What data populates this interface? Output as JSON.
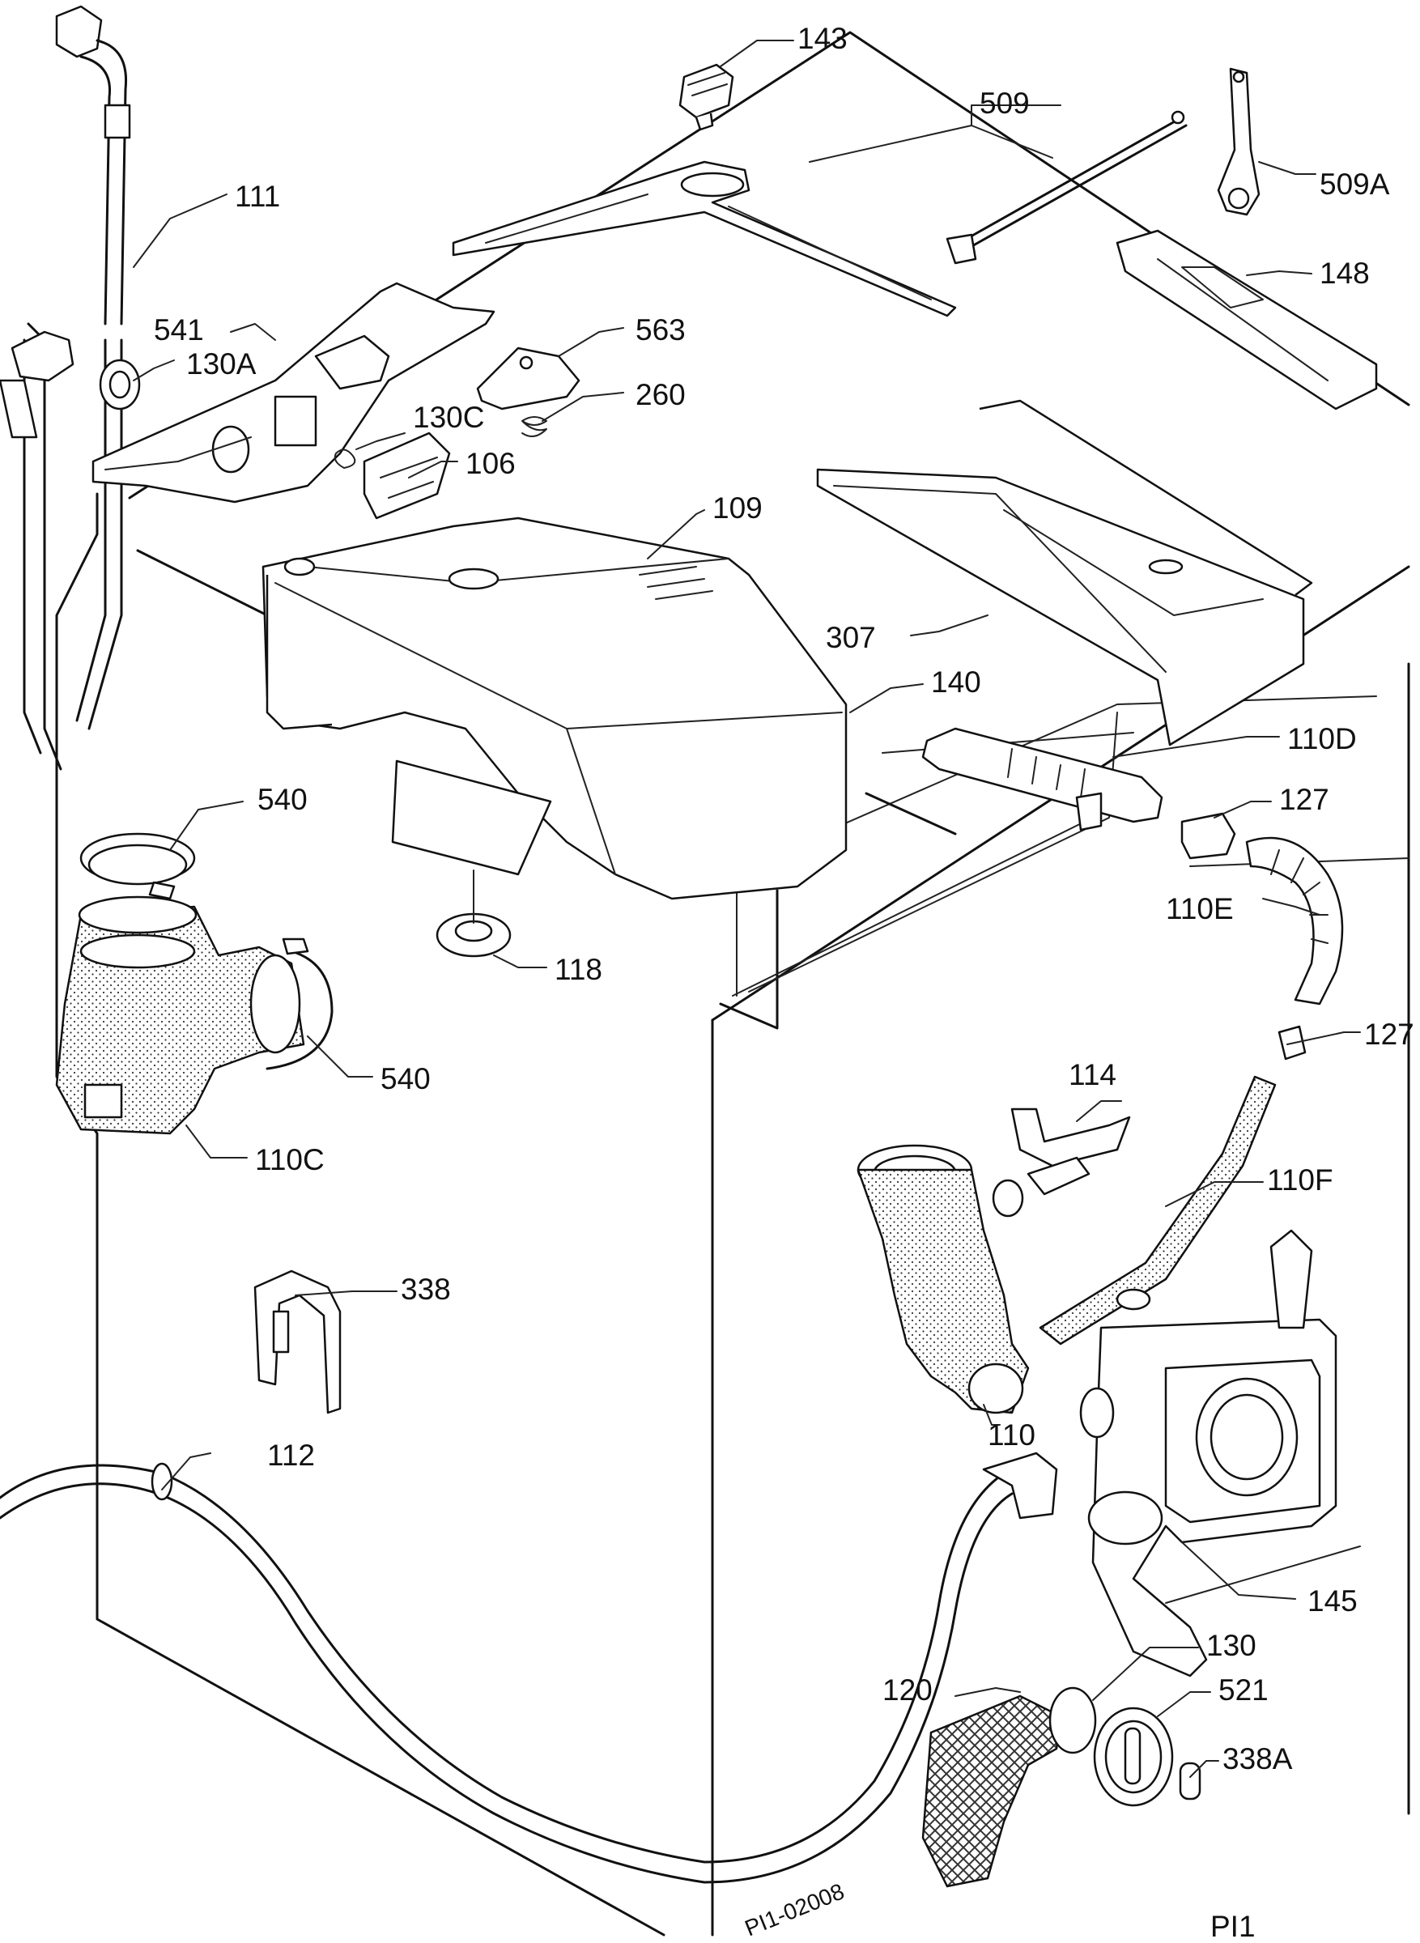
{
  "diagram": {
    "code": "PI1",
    "stamp": "PI1-02008",
    "labels": {
      "l143": "143",
      "l509": "509",
      "l509a": "509A",
      "l111": "111",
      "l541": "541",
      "l130a": "130A",
      "l563": "563",
      "l260": "260",
      "l130c": "130C",
      "l106": "106",
      "l148": "148",
      "l109": "109",
      "l307": "307",
      "l140": "140",
      "l110d": "110D",
      "l127a": "127",
      "l540a": "540",
      "l110e": "110E",
      "l118": "118",
      "l127b": "127",
      "l540b": "540",
      "l114": "114",
      "l110c": "110C",
      "l110f": "110F",
      "l338": "338",
      "l110": "110",
      "l112": "112",
      "l145": "145",
      "l130": "130",
      "l120": "120",
      "l521": "521",
      "l338a": "338A"
    }
  }
}
